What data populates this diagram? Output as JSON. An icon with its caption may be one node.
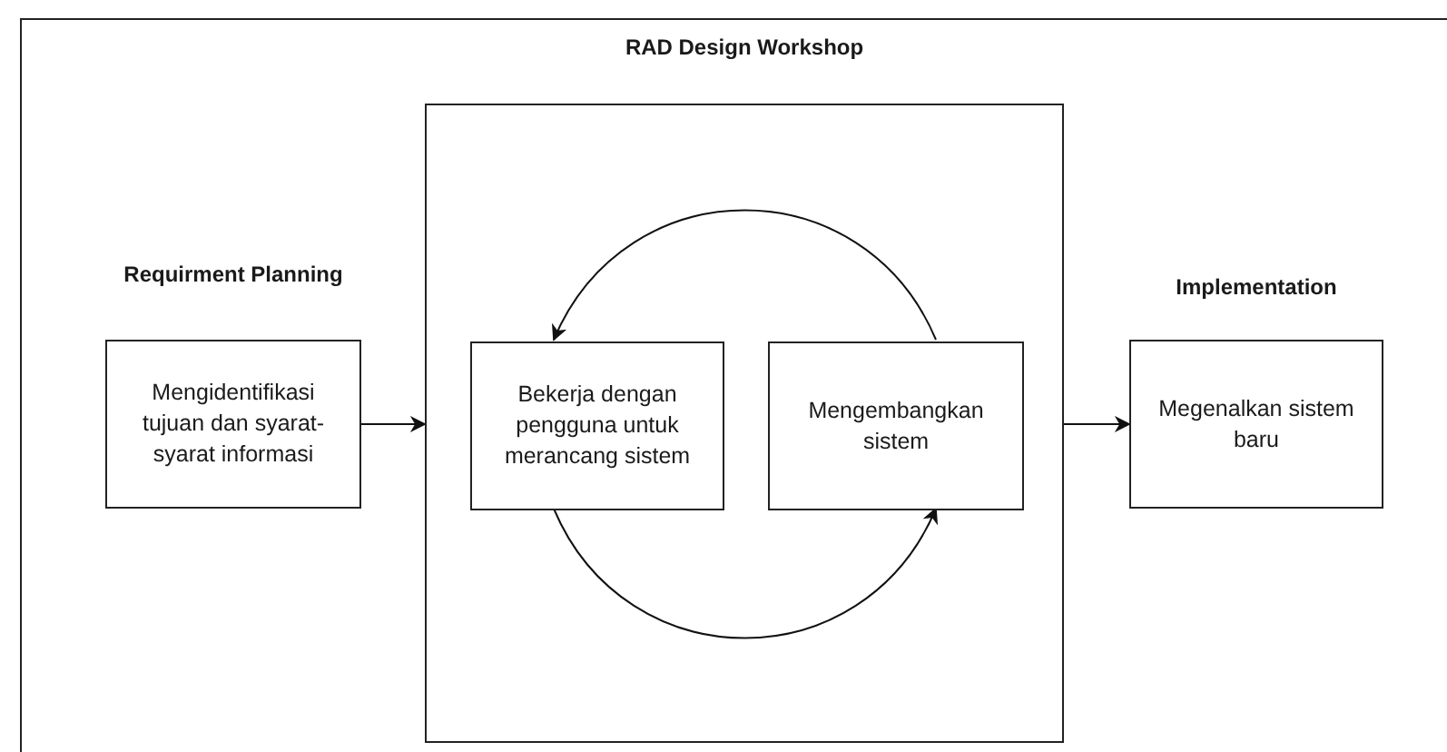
{
  "diagram": {
    "nodes": [
      {
        "text": [
          "Requirment Planning",
          "Mengidentifikasi tujuan dan syarat-syarat informasi"
        ]
      },
      {
        "text": [
          "RAD Design Workshop"
        ]
      },
      {
        "text": [
          "Bekerja dengan pengguna untuk merancang sistem"
        ],
        "in": 1
      },
      {
        "text": [
          "Mengembangkan sistem"
        ],
        "in": 1
      },
      {
        "text": [
          "Implementation",
          "Megenalkan sistem baru"
        ]
      }
    ],
    "edges": [
      {
        "from": 0,
        "to": 1,
        "arrow": "to"
      },
      {
        "from": 3,
        "to": 2,
        "arrow": "to"
      },
      {
        "from": 2,
        "to": 3,
        "arrow": "to"
      },
      {
        "from": 1,
        "to": 4,
        "arrow": "to"
      }
    ]
  }
}
